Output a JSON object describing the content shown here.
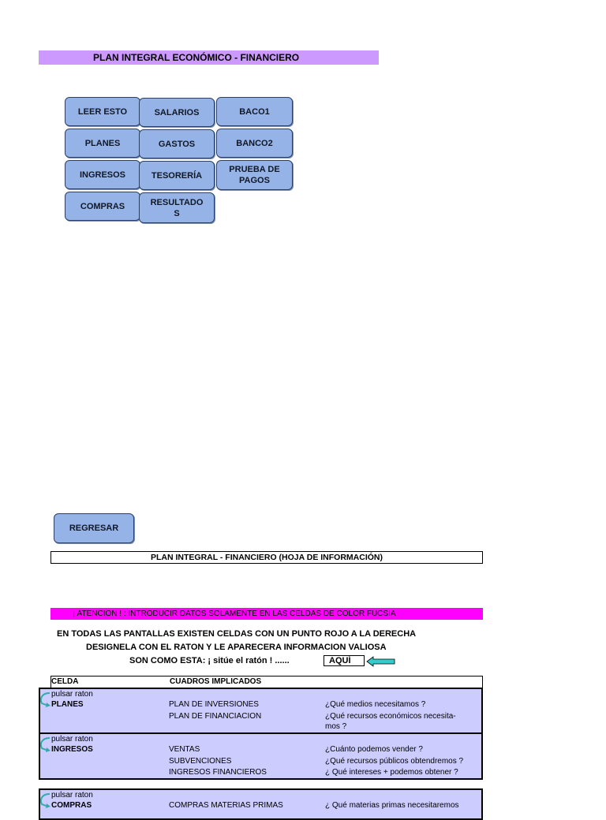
{
  "header": {
    "title": "PLAN INTEGRAL ECONÓMICO - FINANCIERO"
  },
  "nav_buttons": {
    "leer_esto": "LEER ESTO",
    "salarios": "SALARIOS",
    "baco1": "BACO1",
    "planes": "PLANES",
    "gastos": "GASTOS",
    "banco2": "BANCO2",
    "ingresos": "INGRESOS",
    "tesoreria": "TESORERÍA",
    "prueba_de_pagos": "PRUEBA DE PAGOS",
    "compras": "COMPRAS",
    "resultados": "RESULTADOS"
  },
  "regresar": "REGRESAR",
  "info_title": "PLAN INTEGRAL - FINANCIERO (HOJA DE INFORMACIÓN)",
  "attention": "¡ ATENCION ! :  INTRODUCIR DATOS SOLAMENTE EN LAS CELDAS DE COLOR FUCSIA",
  "instructions": {
    "line1": "EN TODAS LAS  PANTALLAS  EXISTEN CELDAS  CON UN PUNTO ROJO  A LA DERECHA",
    "line2": "DESIGNELA  CON EL RATON  Y  LE  APARECERA  INFORMACION  VALIOSA",
    "line3": "SON COMO ESTA:  ¡ sitúe el ratón ! ......",
    "aqui": "AQUÍ"
  },
  "table": {
    "col_celda": "CELDA",
    "col_cuadros": "CUADROS IMPLICADOS",
    "rows": [
      {
        "hint": "pulsar raton",
        "cell": "PLANES",
        "items": [
          "PLAN DE INVERSIONES",
          "PLAN DE FINANCIACION"
        ],
        "questions": [
          "¿Qué medios necesitamos ?",
          "¿Qué recursos económicos necesita-",
          "mos ?"
        ]
      },
      {
        "hint": "pulsar raton",
        "cell": "INGRESOS",
        "items": [
          "VENTAS",
          "SUBVENCIONES",
          "INGRESOS FINANCIEROS"
        ],
        "questions": [
          "¿Cuánto podemos vender ?",
          "¿Qué recursos públicos obtendremos ?",
          "¿ Qué intereses +  podemos obtener ?"
        ]
      },
      {
        "hint": "pulsar raton",
        "cell": "COMPRAS",
        "items": [
          "COMPRAS MATERIAS PRIMAS"
        ],
        "questions": [
          "¿ Qué materias primas necesitaremos"
        ]
      }
    ]
  },
  "colors": {
    "title_bg": "#cc99ff",
    "button_bg": "#95b3e6",
    "attention_bg": "#ff00ff",
    "block_bg": "#ccccff",
    "arrow": "#33cccc"
  }
}
